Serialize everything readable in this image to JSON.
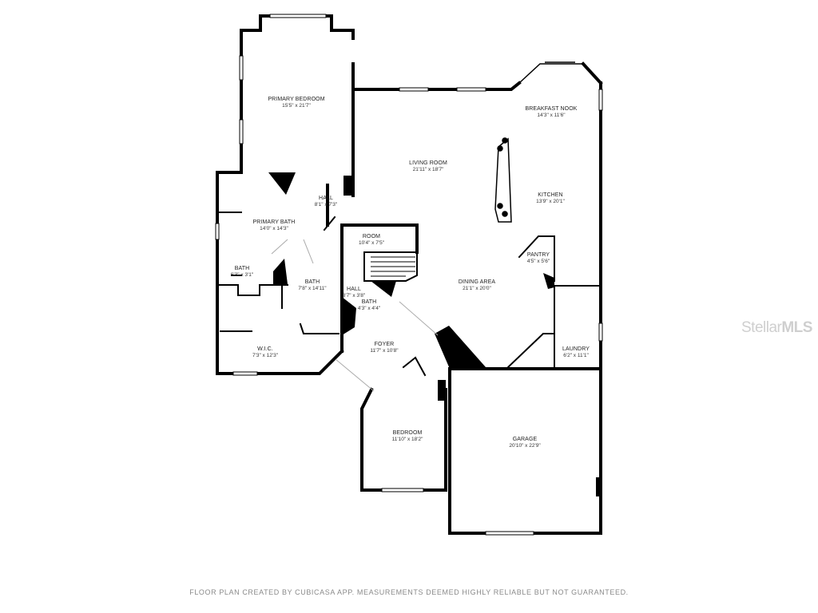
{
  "rooms": {
    "primary_bedroom": {
      "name": "PRIMARY BEDROOM",
      "dim": "15'5\" x 21'7\""
    },
    "breakfast_nook": {
      "name": "BREAKFAST NOOK",
      "dim": "14'3\" x 11'6\""
    },
    "living_room": {
      "name": "LIVING ROOM",
      "dim": "21'11\" x 18'7\""
    },
    "kitchen": {
      "name": "KITCHEN",
      "dim": "13'9\" x 20'1\""
    },
    "hall_upper": {
      "name": "HALL",
      "dim": "8'1\" x 7'3\""
    },
    "primary_bath": {
      "name": "PRIMARY BATH",
      "dim": "14'0\" x 14'3\""
    },
    "room": {
      "name": "ROOM",
      "dim": "10'4\" x 7'5\""
    },
    "pantry": {
      "name": "PANTRY",
      "dim": "4'5\" x 5'6\""
    },
    "bath_small": {
      "name": "BATH",
      "dim": "6'3\" x 3'1\""
    },
    "bath_mid": {
      "name": "BATH",
      "dim": "7'8\" x 14'11\""
    },
    "hall_small": {
      "name": "HALL",
      "dim": "3'7\" x 3'8\""
    },
    "dining_area": {
      "name": "DINING AREA",
      "dim": "21'1\" x 20'0\""
    },
    "bath_half": {
      "name": "BATH",
      "dim": "4'3\" x 4'4\""
    },
    "laundry": {
      "name": "LAUNDRY",
      "dim": "6'2\" x 11'1\""
    },
    "wic": {
      "name": "W.I.C.",
      "dim": "7'3\" x 12'3\""
    },
    "foyer": {
      "name": "FOYER",
      "dim": "11'7\" x 10'8\""
    },
    "bedroom": {
      "name": "BEDROOM",
      "dim": "11'10\" x 18'2\""
    },
    "garage": {
      "name": "GARAGE",
      "dim": "20'10\" x 22'9\""
    }
  },
  "disclaimer": "FLOOR PLAN CREATED BY CUBICASA APP. MEASUREMENTS DEEMED HIGHLY RELIABLE BUT NOT GUARANTEED.",
  "watermark": {
    "part1": "Stellar",
    "part2": "MLS"
  }
}
